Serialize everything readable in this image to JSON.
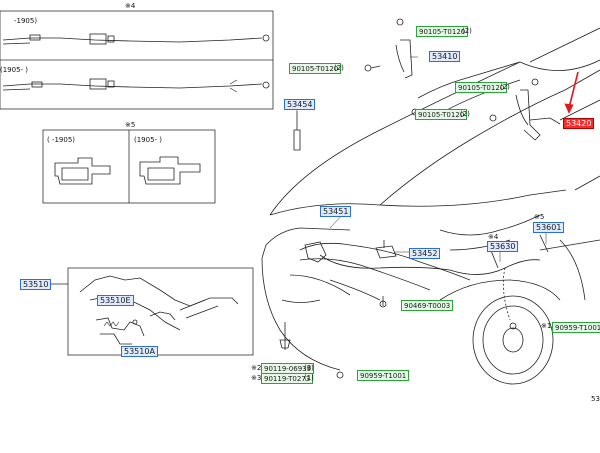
{
  "colors": {
    "line": "#222222",
    "main_label_border": "#2b6fd6",
    "main_label_fill": "#dfeaff",
    "sub_label_border": "#2aa33a",
    "sub_label_fill": "#e6f8e6",
    "highlight_fill": "#ff2a2a",
    "arrow": "#e0191c"
  },
  "notes": {
    "n4_top": "※4",
    "period_top1": "-1905)",
    "period_top2": "(1905-      )",
    "n5": "※5",
    "period_mid1": "(    -1905)",
    "period_mid2": "(1905-      )",
    "n5_right": "※5",
    "n4_right": "※4",
    "n1": "※1",
    "n2": "※2",
    "n3": "※3",
    "suffix_1": "(1)",
    "suffix_2": "(2)",
    "suffix_3": "(3)",
    "corner": "53"
  },
  "parts": {
    "p53410": "53410",
    "p53454": "53454",
    "p53451": "53451",
    "p53452": "53452",
    "p53510": "53510",
    "p53510e": "53510E",
    "p53510a": "53510A",
    "p53630": "53630",
    "p53601": "53601",
    "p53420": "53420",
    "s_90105_top": "90105-T0120",
    "s_90105_left": "90105-T0120",
    "s_90105_mid": "90105-T0120",
    "s_90105_low": "90105-T0120",
    "s_90469": "90469-T0003",
    "s_90959_r": "90959-T1001",
    "s_90959_b": "90959-T1001",
    "s_90119_a": "90119-06939",
    "s_90119_b": "90119-T0273"
  }
}
